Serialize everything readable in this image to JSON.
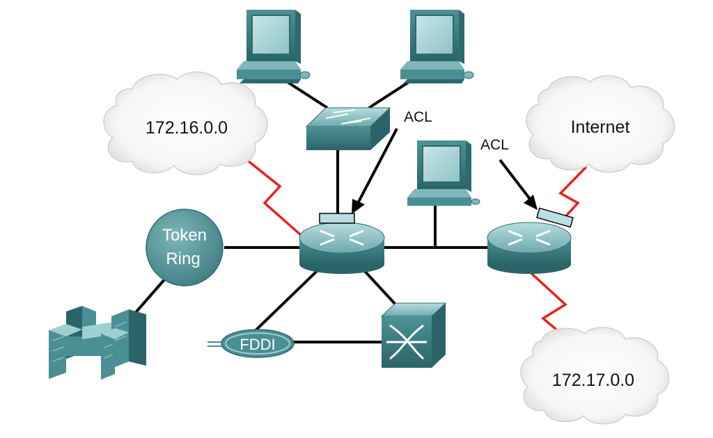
{
  "clouds": {
    "net_a": "172.16.0.0",
    "internet": "Internet",
    "net_b": "172.17.0.0"
  },
  "annotations": {
    "acl_left": "ACL",
    "acl_right": "ACL"
  },
  "token_ring": {
    "line1": "Token",
    "line2": "Ring"
  },
  "fddi": {
    "label": "FDDI"
  },
  "colors": {
    "device": "#4a8f93",
    "device_dark": "#2d6a6e",
    "device_light": "#9fcfd1",
    "serial_link": "#e8201a",
    "link": "#000000",
    "acl_marker": "#b9dfe2"
  }
}
